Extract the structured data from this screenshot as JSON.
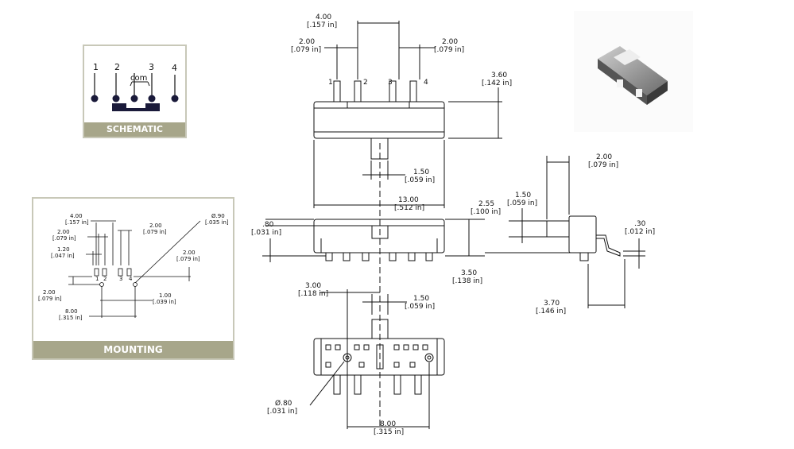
{
  "schematic": {
    "pin_labels": [
      "1",
      "2",
      "3",
      "4"
    ],
    "com_label": "com",
    "title": "SCHEMATIC"
  },
  "mounting": {
    "title": "MOUNTING",
    "dims": {
      "pitch_4": [
        "4.00",
        "[.157 in]"
      ],
      "pitch_2_top": [
        "2.00",
        "[.079 in]"
      ],
      "pitch_2_right": [
        "2.00",
        "[.079 in]"
      ],
      "pad_w": [
        "1.20",
        "[.047 in]"
      ],
      "hole_dia": [
        "Ø.90",
        "[.035 in]"
      ],
      "row_2": [
        "2.00",
        "[.079 in]"
      ],
      "vert_2": [
        "2.00",
        "[.079 in]"
      ],
      "hole_off": [
        "1.00",
        "[.039 in]"
      ],
      "width_8": [
        "8.00",
        "[.315 in]"
      ]
    },
    "pad_labels": [
      "1",
      "2",
      "3",
      "4"
    ]
  },
  "front_view": {
    "pin_labels": [
      "1",
      "2",
      "3",
      "4"
    ],
    "dims": {
      "pitch_4": [
        "4.00",
        "[.157 in]"
      ],
      "pitch_2_left": [
        "2.00",
        "[.079 in]"
      ],
      "pitch_2_right": [
        "2.00",
        "[.079 in]"
      ],
      "height": [
        "3.60",
        "[.142 in]"
      ],
      "actuator": [
        "1.50",
        "[.059 in]"
      ],
      "length": [
        "13.00",
        "[.512 in]"
      ]
    }
  },
  "side_view": {
    "dims": {
      "top_h": [
        ".80",
        "[.031 in]"
      ],
      "total_h": [
        "3.50",
        "[.138 in]"
      ],
      "knob_h": [
        "2.55",
        "[.100 in]"
      ]
    }
  },
  "end_view": {
    "dims": {
      "depth": [
        "2.00",
        "[.079 in]"
      ],
      "knob": [
        "1.50",
        "[.059 in]"
      ],
      "thick": [
        ".30",
        "[.012 in]"
      ],
      "foot": [
        "3.70",
        "[.146 in]"
      ]
    }
  },
  "bottom_view": {
    "dims": {
      "offset_3": [
        "3.00",
        "[.118 in]"
      ],
      "knob_w": [
        "1.50",
        "[.059 in]"
      ],
      "peg": [
        "Ø.80",
        "[.031 in]"
      ],
      "span_8": [
        "8.00",
        "[.315 in]"
      ]
    }
  },
  "colors": {
    "band": "#a7a68a",
    "schematic_body": "#1a1a3a",
    "line": "#111111"
  }
}
